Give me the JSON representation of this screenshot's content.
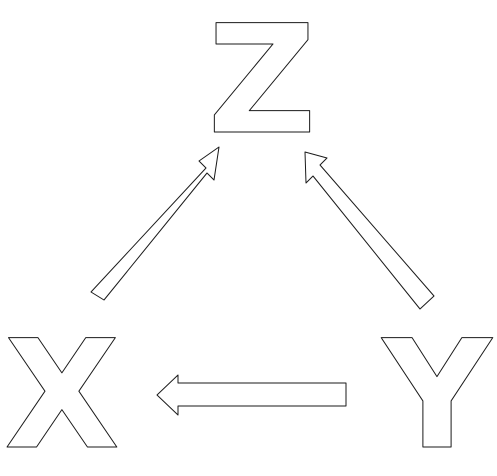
{
  "nodes": {
    "top": {
      "label": "Z"
    },
    "left": {
      "label": "X"
    },
    "right": {
      "label": "Y"
    }
  },
  "edges": [
    {
      "from": "X",
      "to": "Z"
    },
    {
      "from": "Y",
      "to": "Z"
    },
    {
      "from": "Y",
      "to": "X"
    }
  ]
}
